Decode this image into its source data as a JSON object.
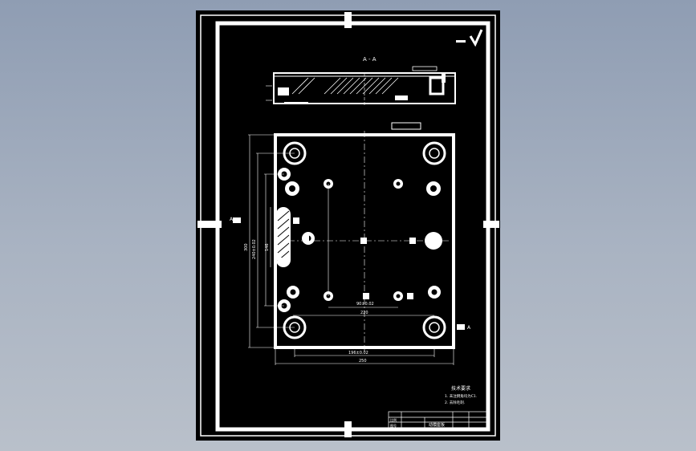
{
  "drawing": {
    "section_label": "A - A",
    "section_marker_left": "A",
    "section_marker_right": "A",
    "dimensions": {
      "overall_width": "250",
      "hole_spacing_x": "196±0.02",
      "inner_spacing_x": "220",
      "bottom_spacing_x": "90±0.02",
      "overall_height": "300",
      "hole_spacing_y": "240±0.02",
      "side_dim": "146"
    },
    "notes": {
      "title": "技术要求",
      "line1": "1. 未注倒角均为C1.",
      "line2": "2. 去除毛刺."
    },
    "title_block": {
      "center": "动模座板",
      "row1": "比例",
      "row2": "图号"
    }
  }
}
